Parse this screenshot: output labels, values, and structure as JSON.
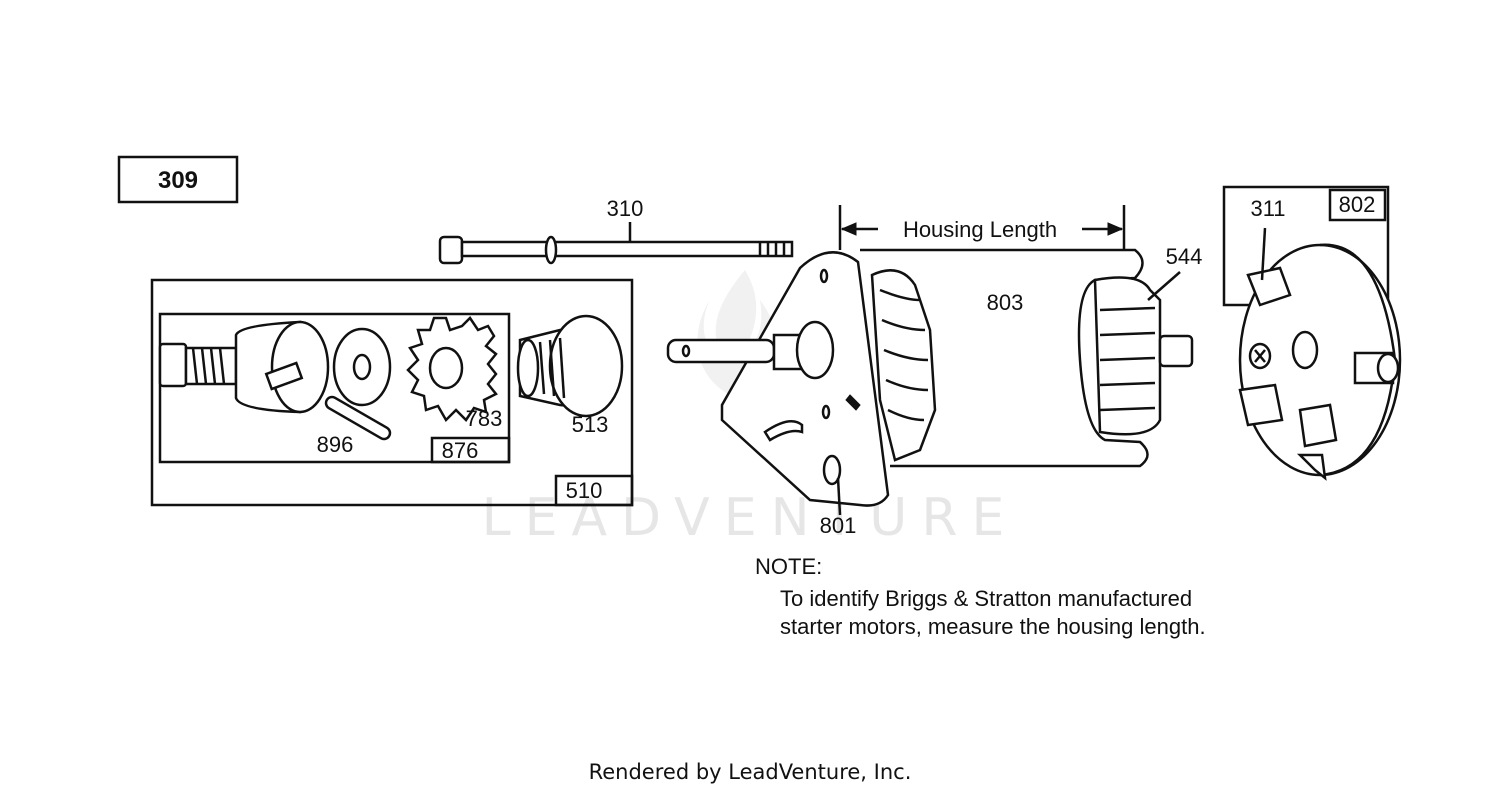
{
  "diagram": {
    "assembly_number": "309",
    "callouts": {
      "bolt": "310",
      "housing_length": "Housing Length",
      "armature": "544",
      "end_cap_screw": "311",
      "end_cap": "802",
      "housing": "803",
      "drive_kit": "510",
      "clutch_kit": "876",
      "pin": "896",
      "gear": "783",
      "drive_nut": "513",
      "drive_end_cap": "801"
    },
    "note": {
      "heading": "NOTE:",
      "line1": "To identify Briggs & Stratton manufactured",
      "line2": "starter motors, measure the housing length."
    },
    "watermark": "LEADVENTURE"
  },
  "footer": {
    "text": "Rendered by LeadVenture, Inc."
  }
}
